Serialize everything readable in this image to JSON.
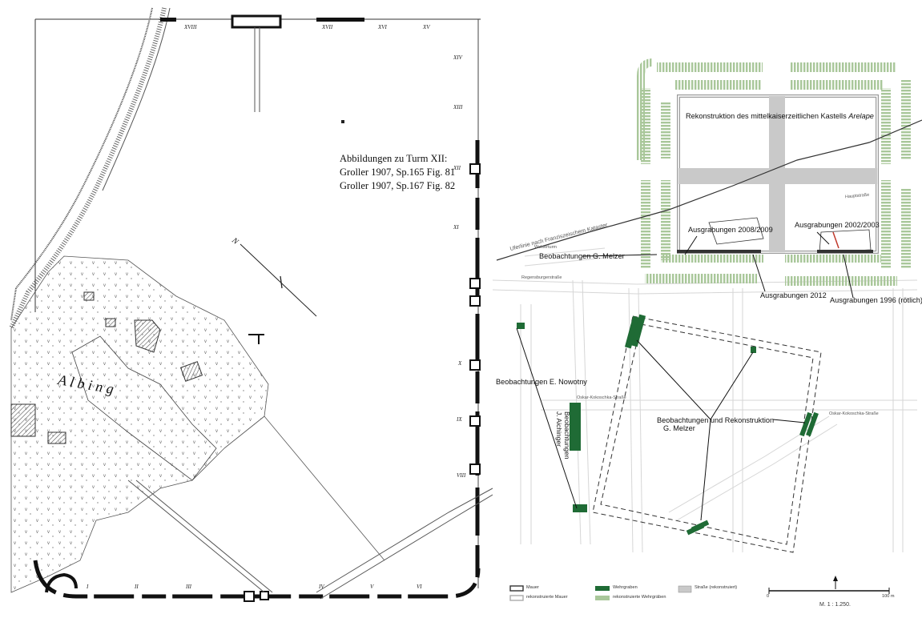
{
  "left_map": {
    "caption_lines": [
      "Abbildungen zu Turm XII:",
      "Groller 1907, Sp.165 Fig. 81",
      "Groller 1907, Sp.167 Fig. 82"
    ],
    "place_name": "A l b i n g",
    "north_label": "N",
    "tower_labels": {
      "xviii": "XVIII",
      "xvii": "XVII",
      "xvi": "XVI",
      "xv": "XV",
      "xiv": "XIV",
      "xiii": "XIII",
      "xii": "XII",
      "xi": "XI",
      "x": "X",
      "ix": "IX",
      "viii": "VIII",
      "i": "I",
      "ii": "II",
      "iii": "III",
      "iv": "IV",
      "v": "V",
      "vi": "VI"
    }
  },
  "right_map": {
    "title_prefix": "Rekonstruktion des mittelkaiserzeitlichen Kastells",
    "title_name": "Arelape",
    "labels": {
      "ausgrabungen_2008": "Ausgrabungen 2008/2009",
      "ausgrabungen_2002": "Ausgrabungen 2002/2003",
      "beobachtungen_melzer": "Beobachtungen G. Melzer",
      "ausgrabungen_2012": "Ausgrabungen 2012",
      "ausgrabungen_1996": "Ausgrabungen 1996 (rötlich)",
      "beobachtungen_nowotny": "Beobachtungen E. Nowotny",
      "beobachtungen_aichinger_1": "Beobachtungen",
      "beobachtungen_aichinger_2": "J. Aichinger",
      "beobachtungen_rekonstruktion_1": "Beobachtungen und Rekonstruktion",
      "beobachtungen_rekonstruktion_2": "G. Melzer",
      "uferlinie": "Uferlinie nach Franziszeischem Kataster"
    },
    "streets": {
      "hauptstrasse": "Hauptstraße",
      "regensburger": "Regensburgerstraße",
      "oskar1": "Oskar-Kokoschka-Straße",
      "oskar2": "Oskar-Kokoschka-Straße",
      "welserturm": "Welserturm"
    },
    "legend": {
      "mauer": "Mauer",
      "rek_mauer": "rekonstruierte Mauer",
      "wehrgraben": "Wehrgraben",
      "rek_wehrgraben": "rekonstruierte Wehrgräben",
      "strasse": "Straße (rekonstruiert)"
    },
    "scale": {
      "zero": "0",
      "hundred": "100 m",
      "ratio": "M. 1 : 1.250."
    },
    "colors": {
      "ditch": "#1f6b35",
      "ditch_reconstructed": "#a9c79a",
      "road": "#c9c9c9"
    }
  }
}
